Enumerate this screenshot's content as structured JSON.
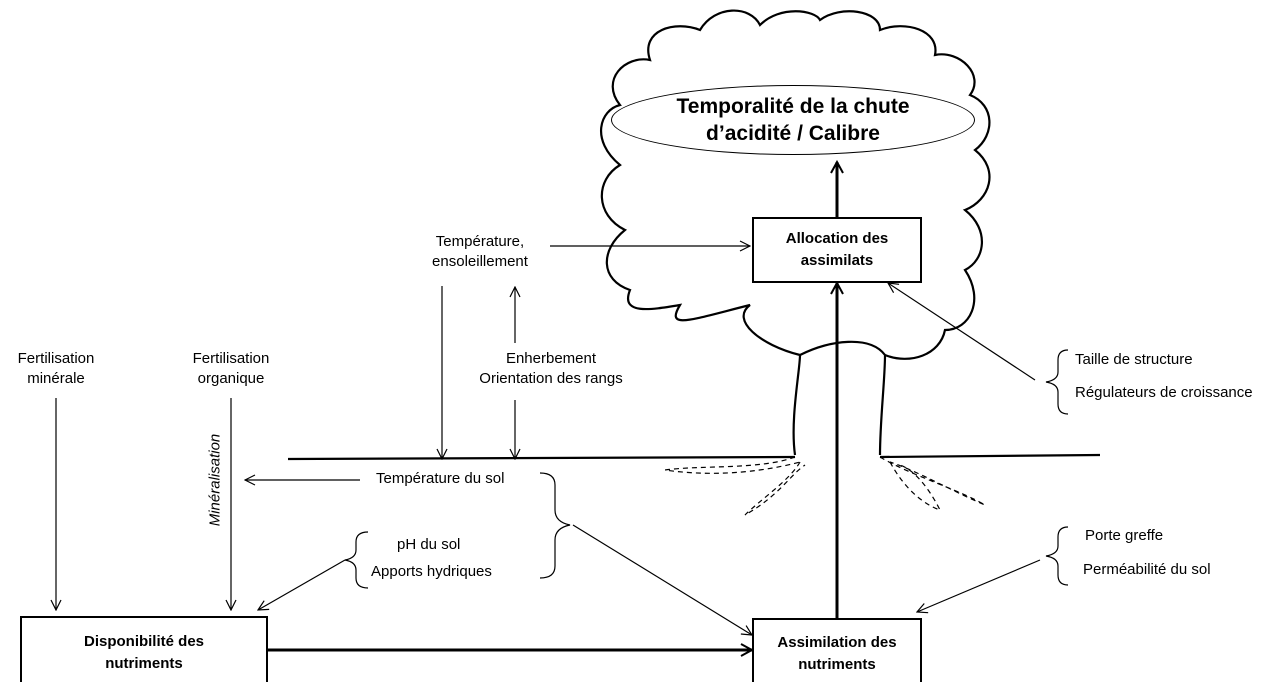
{
  "title": {
    "line1": "Temporalité de la chute",
    "line2": "d’acidité / Calibre"
  },
  "boxes": {
    "allocation": {
      "line1": "Allocation des",
      "line2": "assimilats"
    },
    "assimilation": {
      "line1": "Assimilation des",
      "line2": "nutriments"
    },
    "disponibilite": {
      "line1": "Disponibilité des",
      "line2": "nutriments"
    }
  },
  "labels": {
    "temperature_line1": "Température,",
    "temperature_line2": "ensoleillement",
    "enherbement": "Enherbement",
    "orientation": "Orientation des rangs",
    "fert_min_line1": "Fertilisation",
    "fert_min_line2": "minérale",
    "fert_org_line1": "Fertilisation",
    "fert_org_line2": "organique",
    "mineralisation": "Minéralisation",
    "temp_sol": "Température du sol",
    "ph_sol": "pH du sol",
    "apports": "Apports hydriques",
    "taille": "Taille de structure",
    "regulateurs": "Régulateurs de croissance",
    "porte_greffe": "Porte greffe",
    "permeabilite": "Perméabilité du sol"
  }
}
